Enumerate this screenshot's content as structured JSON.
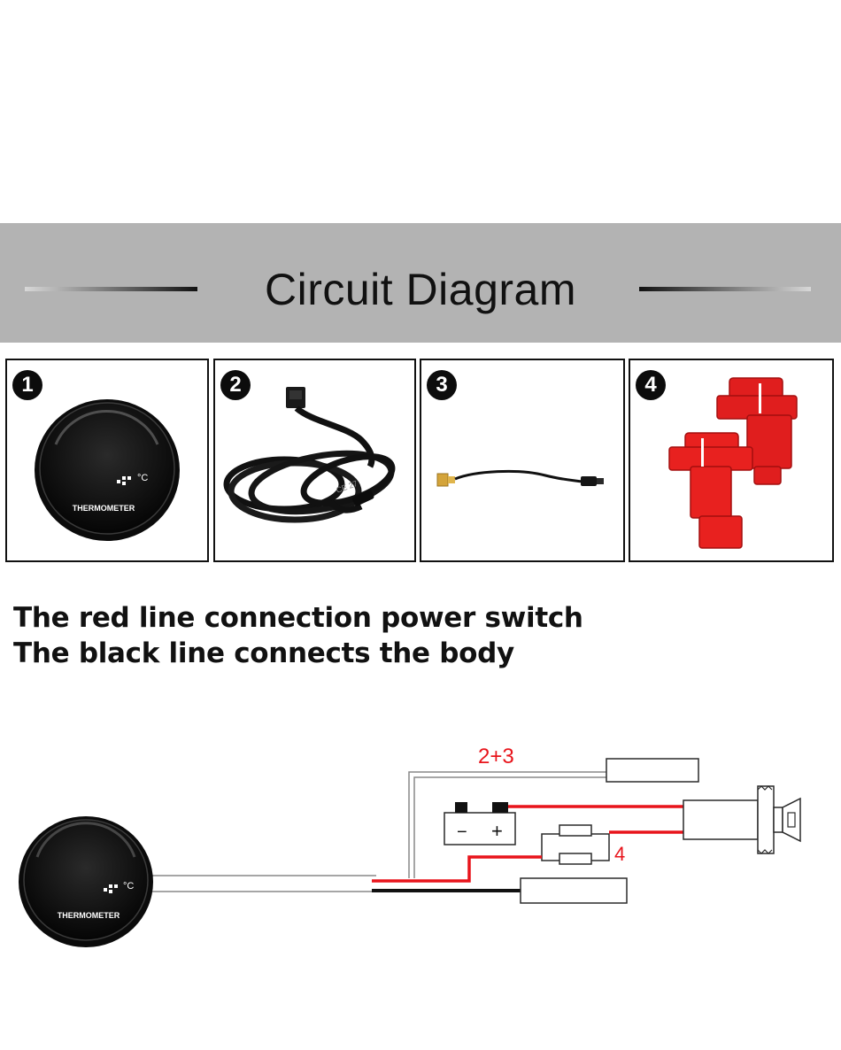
{
  "header": {
    "title": "Circuit Diagram"
  },
  "panels": [
    {
      "number": "1",
      "item": "thermometer gauge",
      "gauge_label": "THERMOMETER",
      "gauge_unit": "°C"
    },
    {
      "number": "2",
      "item": "cable harness",
      "cable_print": "CE 27"
    },
    {
      "number": "3",
      "item": "temperature sensor"
    },
    {
      "number": "4",
      "item": "red wire tap connectors"
    }
  ],
  "captions": {
    "line1": "The red line connection power switch",
    "line2": "The black line connects the body"
  },
  "wiring": {
    "gauge_label": "THERMOMETER",
    "gauge_unit": "°C",
    "label_sensor": "2+3",
    "label_fuse": "4",
    "battery_minus": "−",
    "battery_plus": "+",
    "colors": {
      "red_wire": "#e8141b",
      "black_wire": "#111111",
      "label_red": "#e8141b",
      "outline": "#2a2a2a"
    }
  }
}
